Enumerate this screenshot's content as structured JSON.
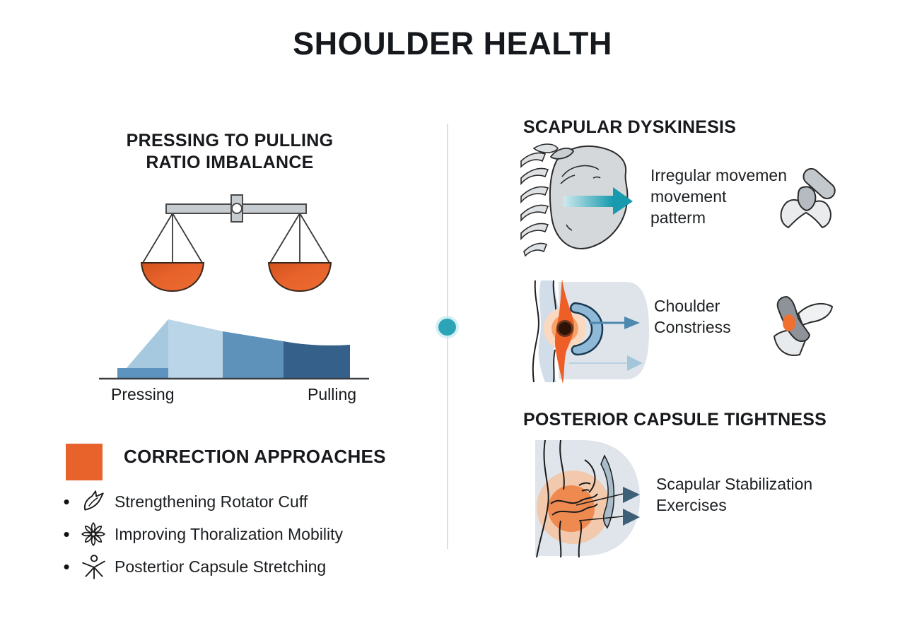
{
  "title": "SHOULDER HEALTH",
  "colors": {
    "accent_orange": "#E8622C",
    "teal_accent": "#2AA4B6",
    "chart_strip_blue": "#5D94BF",
    "chart_segment_blues": [
      "#A7C9E0",
      "#BAD5E7",
      "#5E92BB",
      "#35608A"
    ],
    "scale_beam_gray": "#C7CCD1",
    "illustration_gray": "#D4D8DB"
  },
  "left": {
    "heading_line1": "PRESSING TO PULLING",
    "heading_line2": "RATIO IMBALANCE",
    "chart_label_left": "Pressing",
    "chart_label_right": "Pulling",
    "correction": {
      "heading": "CORRECTION APPROACHES",
      "items": [
        {
          "icon": "rotator-cuff-icon",
          "label": "Strengthening Rotator Cuff"
        },
        {
          "icon": "mobility-flower-icon",
          "label": "Improving Thoralization Mobility"
        },
        {
          "icon": "stretch-figure-icon",
          "label": "Postertior Capsule Stretching"
        }
      ]
    }
  },
  "right": {
    "scapular_heading": "SCAPULAR DYSKINESIS",
    "scapular_caption": [
      "Irregular movemen",
      "movement",
      "patterm"
    ],
    "shoulder_caption": [
      "Choulder",
      "Constriess"
    ],
    "posterior_heading": "POSTERIOR CAPSULE TIGHTNESS",
    "posterior_caption": [
      "Scapular Stabilization",
      "Exercises"
    ]
  },
  "chart_data": {
    "type": "area",
    "title": "Pressing to Pulling Ratio Imbalance",
    "categories": [
      "Pressing",
      "Pulling"
    ],
    "x_norm": [
      0.07,
      0.27,
      0.49,
      0.74,
      1.0
    ],
    "height_norm": [
      0.18,
      1.0,
      0.8,
      0.61,
      0.55
    ],
    "baseline_strip": {
      "from_x_norm": 0.07,
      "to_x_norm": 0.27,
      "height_norm": 0.18,
      "color": "#5D94BF"
    },
    "segment_colors": [
      "#A7C9E0",
      "#BAD5E7",
      "#5E92BB",
      "#35608A"
    ],
    "xlabel": "",
    "ylabel": "",
    "grid": false,
    "legend": false
  }
}
